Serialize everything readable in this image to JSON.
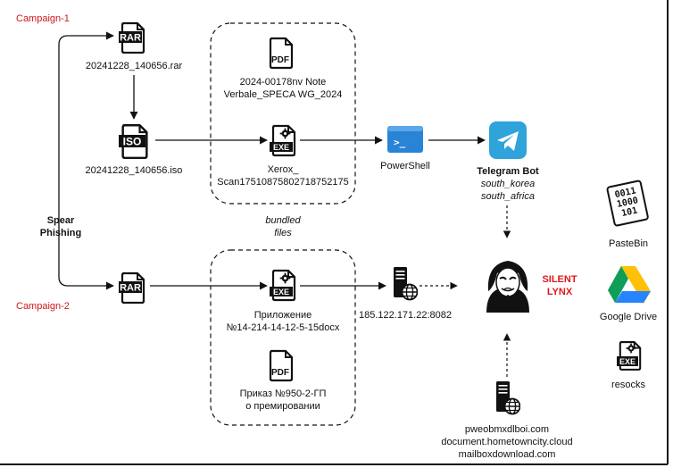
{
  "campaign1": "Campaign-1",
  "campaign2": "Campaign-2",
  "spear": [
    "Spear",
    "Phishing"
  ],
  "bundled": [
    "bundled",
    "files"
  ],
  "rar1": {
    "icon": "RAR",
    "label": "20241228_140656.rar"
  },
  "iso": {
    "icon": "ISO",
    "label": "20241228_140656.iso"
  },
  "rar2": {
    "icon": "RAR"
  },
  "pdf1": {
    "icon": "PDF",
    "lines": [
      "2024-00178nv Note",
      "Verbale_SPECA WG_2024"
    ]
  },
  "exe1": {
    "icon": "EXE",
    "lines": [
      "Xerox_",
      "Scan17510875802718752175"
    ]
  },
  "exe2": {
    "icon": "EXE",
    "lines": [
      "Приложение",
      "№14-214-14-12-5-15docx"
    ]
  },
  "pdf2": {
    "icon": "PDF",
    "lines": [
      "Приказ №950-2-ГП",
      "о премировании"
    ]
  },
  "powershell": {
    "label": "PowerShell",
    "prompt": ">_"
  },
  "telegram": {
    "title": "Telegram Bot",
    "lines": [
      "south_korea",
      "south_africa"
    ]
  },
  "server1": {
    "label": "185.122.171.22:8082"
  },
  "actor": [
    "SILENT",
    "LYNX"
  ],
  "server2": {
    "domains": [
      "pweobmxdlboi.com",
      "document.hometowncity.cloud",
      "mailboxdownload.com"
    ]
  },
  "pastebin": {
    "label": "PasteBin",
    "bits": [
      "0011",
      "1000",
      "101"
    ]
  },
  "gdrive": {
    "label": "Google Drive"
  },
  "resocks": {
    "label": "resocks",
    "icon": "EXE"
  },
  "colors": {
    "campaign": "#d0161b",
    "powershell": "#2a84d6",
    "telegram": "#2fa3da",
    "actor": "#e0161b"
  }
}
